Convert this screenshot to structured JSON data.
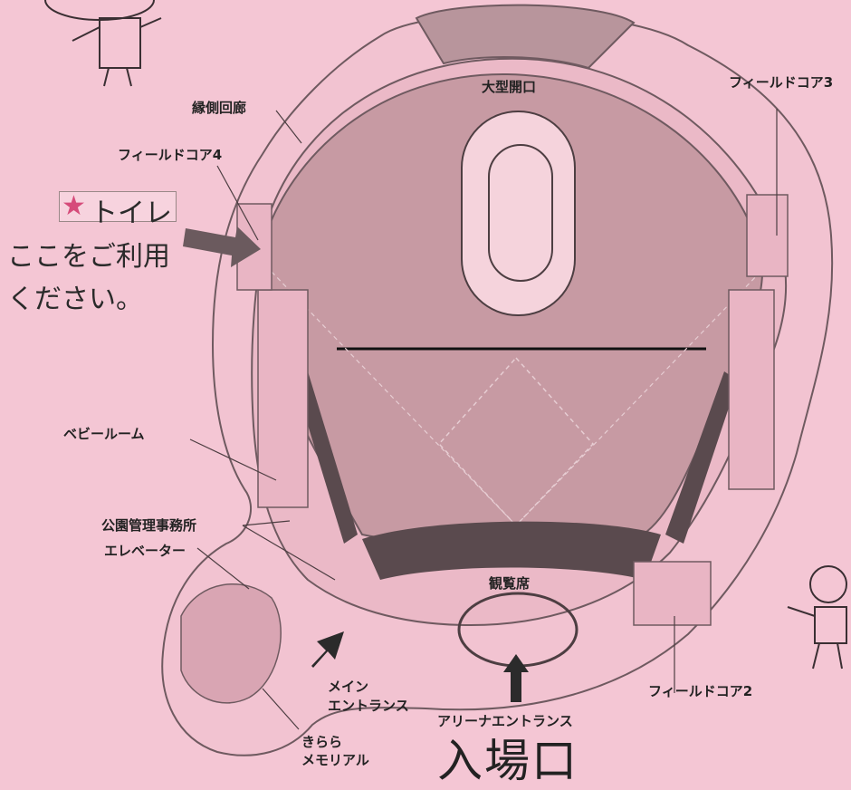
{
  "labels": {
    "gallery": "縁側回廊",
    "field_door_4": "フィールドコア4",
    "field_door_3": "フィールドコア3",
    "field_door_2": "フィールドコア2",
    "large_opening": "大型開口",
    "toilet_star": "★",
    "toilet": "トイレ",
    "toilet_note_line1": "ここをご利用",
    "toilet_note_line2": "ください。",
    "baby_room": "ベビールーム",
    "park_office": "公園管理事務所",
    "elevator": "エレベーター",
    "seats": "観覧席",
    "main_entrance_line1": "メイン",
    "main_entrance_line2": "エントランス",
    "arena_entrance": "アリーナエントランス",
    "entrance": "入場口",
    "memorial_line1": "きらら",
    "memorial_line2": "メモリアル"
  },
  "colors": {
    "background": "#f4c6d4",
    "field": "#c79aa3",
    "concourse": "#eab9c8",
    "stands": "#5a4a4e",
    "arrow": "#6b5a5e"
  }
}
